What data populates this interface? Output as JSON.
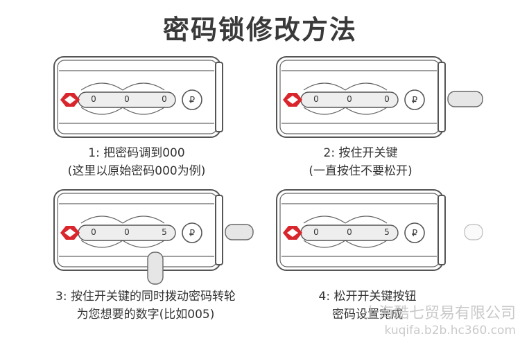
{
  "title": "密码锁修改方法",
  "steps": [
    {
      "line1": "1: 把密码调到000",
      "line2": "(这里以原始密码000为例)",
      "digits": [
        "0",
        "0",
        "0"
      ]
    },
    {
      "line1": "2: 按住开关键",
      "line2": "(一直按住不要松开)",
      "digits": [
        "0",
        "0",
        "0"
      ]
    },
    {
      "line1": "3: 按住开关键的同时拨动密码转轮",
      "line2": "为您想要的数字(比如005)",
      "digits": [
        "0",
        "0",
        "5"
      ]
    },
    {
      "line1": "4: 松开开关键按钮",
      "line2": "密码设置完成",
      "digits": [
        "0",
        "0",
        "5"
      ]
    }
  ],
  "watermark": {
    "company": "上海酷七贸易有限公司",
    "url": "kuqifa.b2b.hc360.com"
  },
  "colors": {
    "tsa_red": "#d8262c",
    "outline": "#555555"
  }
}
